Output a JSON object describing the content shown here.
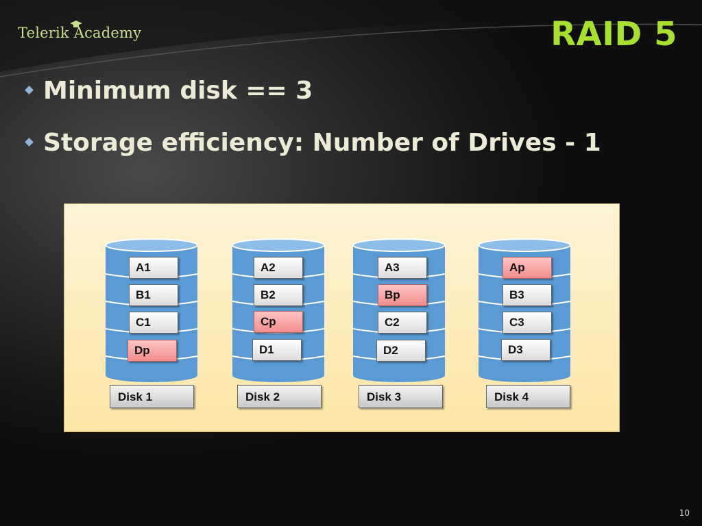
{
  "header": {
    "logo_text": "Telerik Academy",
    "title": "RAID 5"
  },
  "bullets": [
    "Minimum disk == 3",
    "Storage efficiency: Number of Drives - 1"
  ],
  "diagram": {
    "disks": [
      {
        "label": "Disk 1",
        "blocks": [
          {
            "text": "A1",
            "parity": false
          },
          {
            "text": "B1",
            "parity": false
          },
          {
            "text": "C1",
            "parity": false
          },
          {
            "text": "Dp",
            "parity": true
          }
        ]
      },
      {
        "label": "Disk 2",
        "blocks": [
          {
            "text": "A2",
            "parity": false
          },
          {
            "text": "B2",
            "parity": false
          },
          {
            "text": "Cp",
            "parity": true
          },
          {
            "text": "D1",
            "parity": false
          }
        ]
      },
      {
        "label": "Disk 3",
        "blocks": [
          {
            "text": "A3",
            "parity": false
          },
          {
            "text": "Bp",
            "parity": true
          },
          {
            "text": "C2",
            "parity": false
          },
          {
            "text": "D2",
            "parity": false
          }
        ]
      },
      {
        "label": "Disk 4",
        "blocks": [
          {
            "text": "Ap",
            "parity": true
          },
          {
            "text": "B3",
            "parity": false
          },
          {
            "text": "C3",
            "parity": false
          },
          {
            "text": "D3",
            "parity": false
          }
        ]
      }
    ],
    "colors": {
      "cylinder": "#5b9bd5",
      "cylinder_dark": "#3e78b3",
      "parity_block": "#f28d8d",
      "data_block": "#e6e6e6"
    }
  },
  "footer": {
    "page_number": "10"
  }
}
